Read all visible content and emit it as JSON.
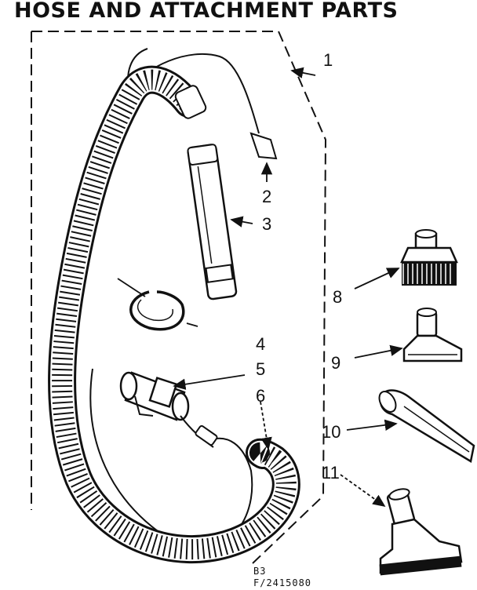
{
  "title": "HOSE AND ATTACHMENT PARTS",
  "callouts": [
    "1",
    "2",
    "3",
    "4",
    "5",
    "6",
    "8",
    "9",
    "10",
    "11"
  ],
  "footer": {
    "code1": "B3",
    "code2": "F/2415080"
  }
}
